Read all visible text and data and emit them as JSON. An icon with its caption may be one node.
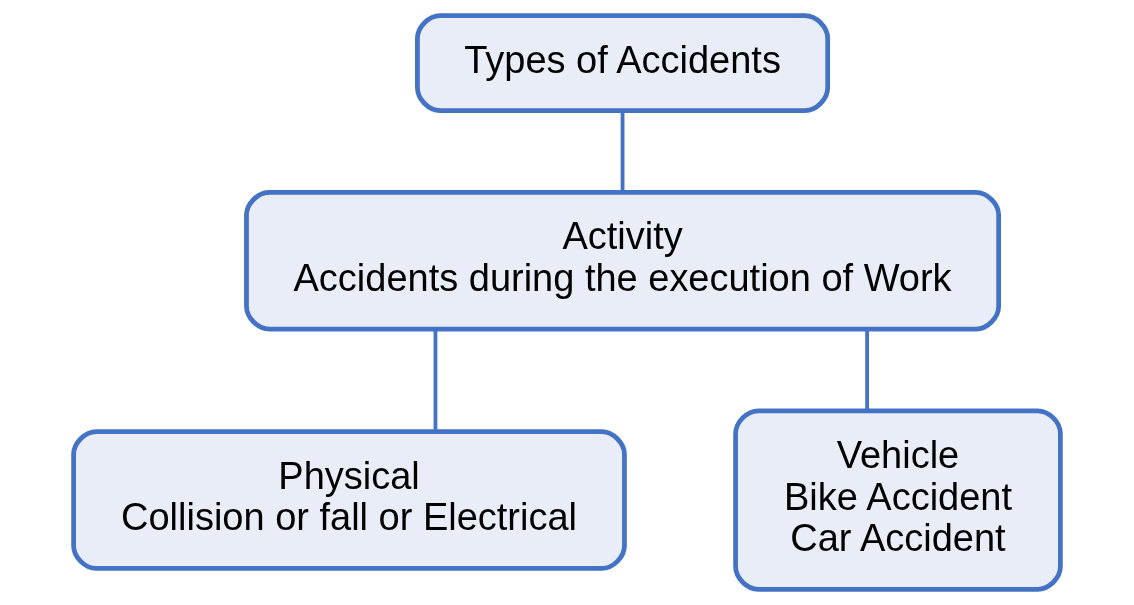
{
  "diagram": {
    "nodes": [
      {
        "text": [
          "Types of Accidents"
        ]
      },
      {
        "text": [
          "Activity",
          "Accidents during the execution of Work"
        ]
      },
      {
        "text": [
          "Physical",
          "Collision or fall or Electrical"
        ]
      },
      {
        "text": [
          "Vehicle",
          "Bike Accident",
          "Car Accident"
        ]
      }
    ],
    "edges": [
      {
        "from": 0,
        "to": 1,
        "arrow": "none"
      },
      {
        "from": 1,
        "to": 2,
        "arrow": "none"
      },
      {
        "from": 1,
        "to": 3,
        "arrow": "none"
      }
    ]
  }
}
